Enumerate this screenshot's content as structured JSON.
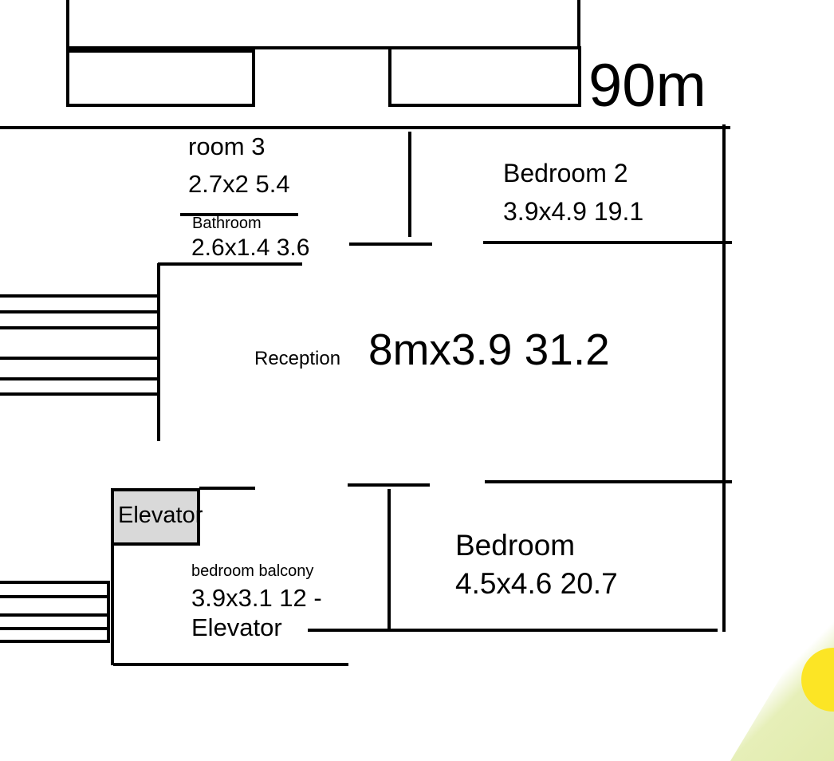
{
  "plan": {
    "total_area_label": "90m",
    "colors": {
      "wall": "#000000",
      "background": "#ffffff",
      "elevator_fill": "#d9d9d9",
      "sun_yellow": "#fce525",
      "sun_glow": "#dfe9a8"
    },
    "rooms": [
      {
        "id": "room3",
        "name": "room 3",
        "dims": "2.7x2 5.4"
      },
      {
        "id": "bathroom",
        "name": "Bathroom",
        "dims": "2.6x1.4 3.6"
      },
      {
        "id": "bedroom2",
        "name": "Bedroom 2",
        "dims": "3.9x4.9 19.1"
      },
      {
        "id": "reception",
        "name": "Reception",
        "dims": "8mx3.9 31.2"
      },
      {
        "id": "elevator",
        "name": "Elevator"
      },
      {
        "id": "balcony",
        "name": "bedroom balcony",
        "dims_line1": "3.9x3.1 12 -",
        "dims_line2": "Elevator"
      },
      {
        "id": "bedroom",
        "name": "Bedroom",
        "dims": "4.5x4.6 20.7"
      }
    ]
  }
}
